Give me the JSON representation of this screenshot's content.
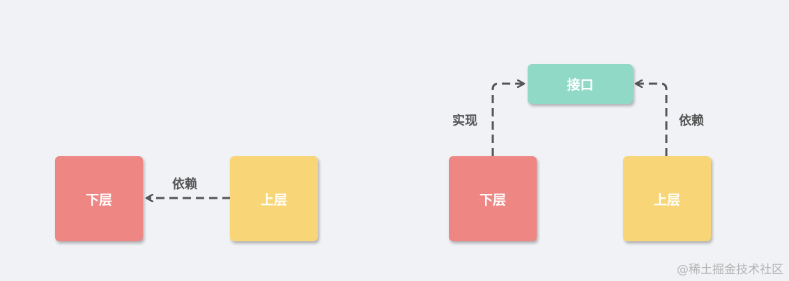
{
  "colors": {
    "background": "#f1f2f6",
    "lower_layer": "#ee8784",
    "upper_layer": "#f8d677",
    "interface": "#8fd9c6",
    "arrow": "#555555",
    "text": "#ffffff"
  },
  "left_diagram": {
    "lower_layer": "下层",
    "upper_layer": "上层",
    "dependency_label": "依赖"
  },
  "right_diagram": {
    "interface": "接口",
    "lower_layer": "下层",
    "upper_layer": "上层",
    "implements_label": "实现",
    "dependency_label": "依赖"
  },
  "watermark": "@稀土掘金技术社区"
}
